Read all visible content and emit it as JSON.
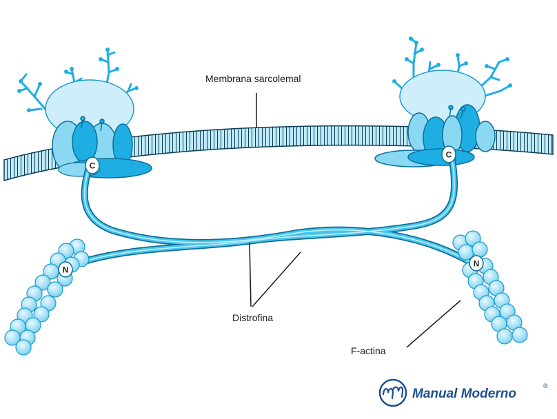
{
  "labels": {
    "membrane": "Membrana sarcolemal",
    "dystrophin": "Distrofina",
    "actin": "F-actina",
    "c_left": "C",
    "c_right": "C",
    "n_left": "N",
    "n_right": "N"
  },
  "logo": {
    "name": "Manual Moderno",
    "registered": "®"
  },
  "colors": {
    "light_cyan": "#cdeefa",
    "mid_cyan": "#8ad8f2",
    "cyan": "#1eaee3",
    "dark_cyan": "#0a8fc4",
    "outline": "#0b6f9a",
    "logo_blue": "#1d4f91"
  }
}
